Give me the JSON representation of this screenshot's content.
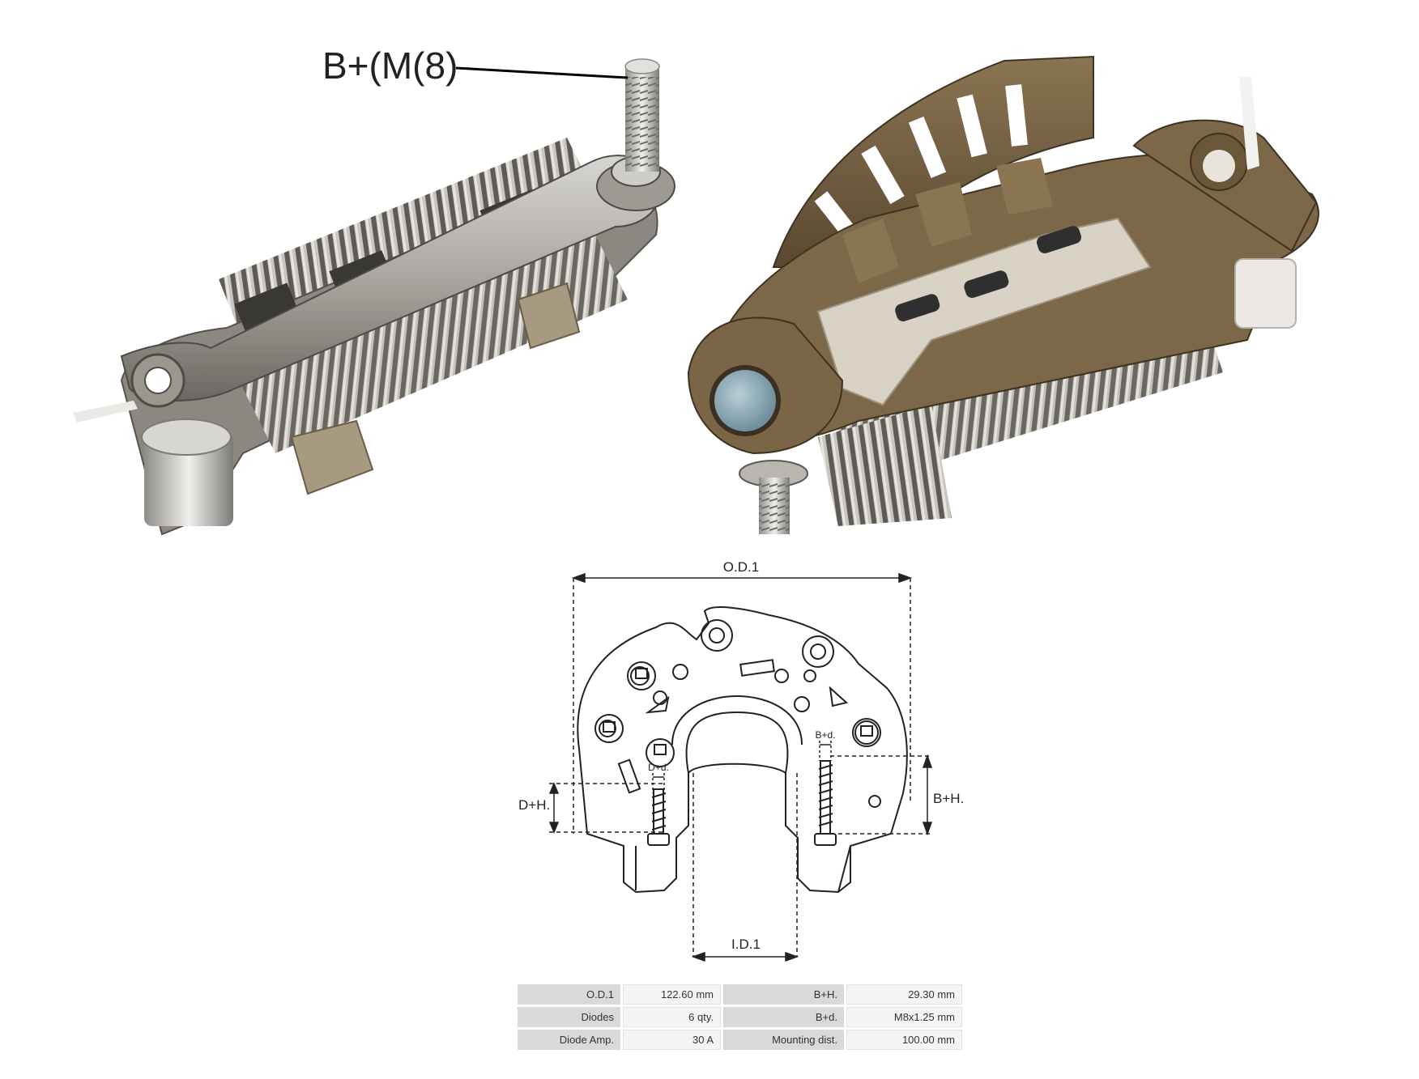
{
  "callout": {
    "stud_label": "B+(M(8)"
  },
  "dimensions": {
    "od": "O.D.1",
    "id": "I.D.1",
    "bh": "B+H.",
    "bd": "B+d.",
    "dh": "D+H.",
    "dd": "D+d."
  },
  "specs": [
    {
      "label": "O.D.1",
      "value": "122.60 mm",
      "label2": "B+H.",
      "value2": "29.30 mm"
    },
    {
      "label": "Diodes",
      "value": "6 qty.",
      "label2": "B+d.",
      "value2": "M8x1.25 mm"
    },
    {
      "label": "Diode Amp.",
      "value": "30 A",
      "label2": "Mounting dist.",
      "value2": "100.00 mm"
    }
  ],
  "colors": {
    "metal": "#a9a6a0",
    "metal_dark": "#6b6862",
    "plastic": "#6e5a3c",
    "plastic_light": "#d6cfbf",
    "cap": "#8ea9b5"
  }
}
